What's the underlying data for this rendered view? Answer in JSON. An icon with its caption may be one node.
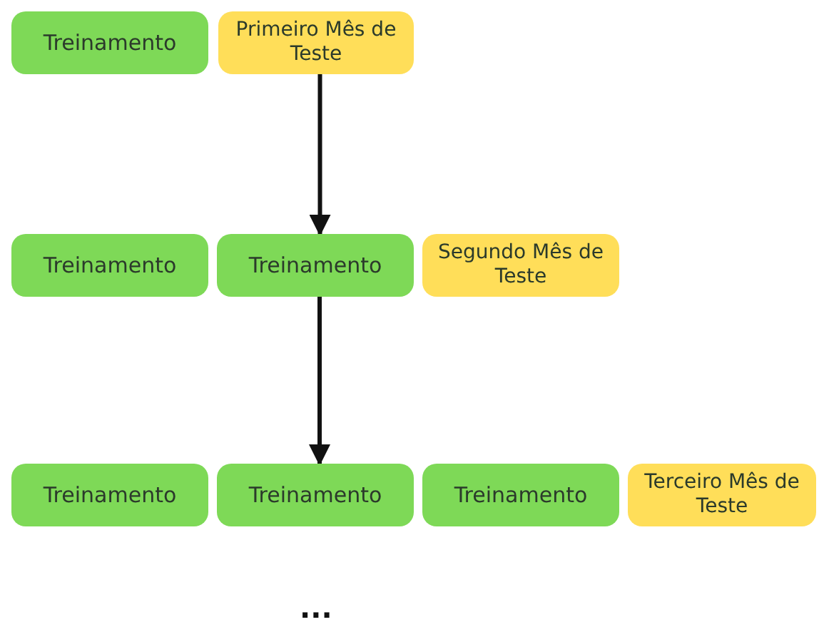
{
  "diagram": {
    "nodes": [
      {
        "text": [
          "Treinamento"
        ]
      },
      {
        "text": [
          "Primeiro Mês de Teste"
        ]
      },
      {
        "text": [
          "Treinamento"
        ]
      },
      {
        "text": [
          "Treinamento"
        ]
      },
      {
        "text": [
          "Segundo Mês de Teste"
        ]
      },
      {
        "text": [
          "Treinamento"
        ]
      },
      {
        "text": [
          "Treinamento"
        ]
      },
      {
        "text": [
          "Treinamento"
        ]
      },
      {
        "text": [
          "Terceiro Mês de Teste"
        ]
      }
    ],
    "edges": [
      {
        "from": 1,
        "to": 3,
        "arrow": "to"
      },
      {
        "from": 3,
        "to": 6,
        "arrow": "to"
      }
    ],
    "labels": [
      "..."
    ]
  }
}
